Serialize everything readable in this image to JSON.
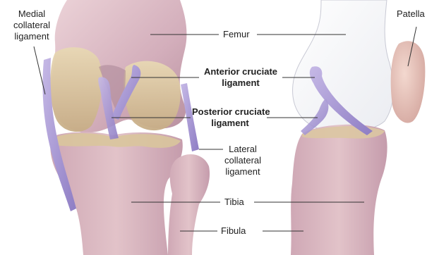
{
  "labels": {
    "medial_collateral": [
      "Medial",
      "collateral",
      "ligament"
    ],
    "femur": "Femur",
    "patella": "Patella",
    "anterior_cruciate": [
      "Anterior cruciate",
      "ligament"
    ],
    "posterior_cruciate": [
      "Posterior cruciate",
      "ligament"
    ],
    "lateral_collateral": [
      "Lateral",
      "collateral",
      "ligament"
    ],
    "tibia": "Tibia",
    "fibula": "Fibula"
  },
  "colors": {
    "bone": "#d7b6c0",
    "bone_shadow": "#b892a3",
    "bone_highlight": "#ecd6cf",
    "cartilage": "#d7c49f",
    "ligament": "#b3a4d8",
    "ligament_dark": "#8c7bbf",
    "leader": "#333333"
  }
}
